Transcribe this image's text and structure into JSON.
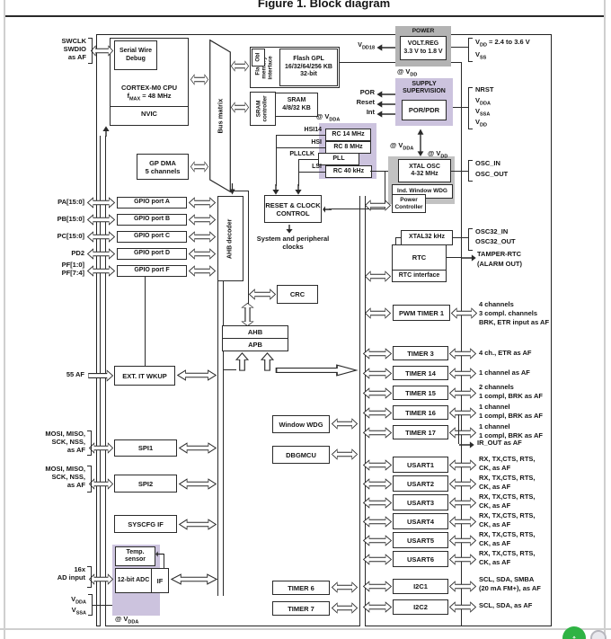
{
  "title": "Figure 1. Block diagram",
  "colors": {
    "lavender": "#ccc3de",
    "panel_gray": "#b3b3b3",
    "accent_green": "#2fb344"
  },
  "v": {
    "v": "V",
    "f": "f",
    "fmax": "MAX",
    "f48": " = 48 MHz",
    "dd": "DD",
    "ss": "SS",
    "dda": "DDA",
    "ssa": "SSA",
    "dd18": "DD18",
    "atv": "@ V",
    "vddrange": " = 2.4 to 3.6 V"
  },
  "cpu": {
    "swd1": "Serial Wire",
    "swd2": "Debug",
    "name": "CORTEX-M0 CPU",
    "nvic": "NVIC"
  },
  "busmx": {
    "matrix": "Bus matrix",
    "obl": "Obl",
    "fif1": "Flash",
    "fif2": "memory",
    "fif3": "interface",
    "flash1": "Flash GPL",
    "flash2": "16/32/64/256 KB",
    "flash3": "32-bit",
    "sramc1": "SRAM",
    "sramc2": "controller",
    "sram1": "SRAM",
    "sram2": "4/8/32 KB",
    "dma1": "GP DMA",
    "dma2": "5 channels",
    "dec": "AHB decoder",
    "ahb": "AHB",
    "apb": "APB",
    "crc": "CRC"
  },
  "gpio": {
    "a": "GPIO port A",
    "b": "GPIO port B",
    "c": "GPIO port C",
    "d": "GPIO port D",
    "f": "GPIO port F"
  },
  "lp": {
    "swclk": "SWCLK",
    "swdio": "SWDIO",
    "asaf": "as AF",
    "pa": "PA[15:0]",
    "pb": "PB[15:0]",
    "pc": "PC[15:0]",
    "pd": "PD2",
    "pf1": "PF[1:0]",
    "pf2": "PF[7:4]",
    "af55": "55 AF",
    "spil1": "MOSI, MISO,",
    "spil2": "SCK, NSS,",
    "adc1": "16x",
    "adc2": "AD input"
  },
  "clk": {
    "hsi14": "HSI14",
    "hsi": "HSI",
    "pllclk": "PLLCLK",
    "lsi": "LSI",
    "rc14": "RC 14 MHz",
    "rc8": "RC 8 MHz",
    "pll": "PLL",
    "rc40": "RC 40 kHz",
    "rcc1": "RESET & CLOCK",
    "rcc2": "CONTROL",
    "sys1": "System and peripheral",
    "sys2": "clocks",
    "xtal1": "XTAL OSC",
    "xtal2": "4-32 MHz",
    "iwdg": "Ind. Window WDG",
    "pwr1": "Power",
    "pwr2": "Controller",
    "x32": "XTAL32 kHz"
  },
  "pwr": {
    "power": "POWER",
    "vreg1": "VOLT.REG",
    "vreg2": "3.3 V to 1.8 V",
    "sup1": "SUPPLY",
    "sup2": "SUPERVISION",
    "porpdr": "POR/PDR",
    "por": "POR",
    "reset": "Reset",
    "int": "Int",
    "nrst": "NRST"
  },
  "rp": {
    "oscin": "OSC_IN",
    "oscout": "OSC_OUT",
    "osc32in": "OSC32_IN",
    "osc32out": "OSC32_OUT",
    "tamper1": "TAMPER-RTC",
    "tamper2": "(ALARM OUT)",
    "ir": "IR_OUT as AF"
  },
  "blk": {
    "exti": "EXT. IT WKUP",
    "spi1": "SPI1",
    "spi2": "SPI2",
    "syscfg": "SYSCFG IF",
    "temp1": "Temp.",
    "temp2": "sensor",
    "adc": "12-bit ADC",
    "adcif": "IF",
    "wwdg": "Window WDG",
    "dbg": "DBGMCU",
    "t6": "TIMER 6",
    "t7": "TIMER 7",
    "rtc": "RTC",
    "rtcif": "RTC interface",
    "pwm": "PWM TIMER 1",
    "t3": "TIMER 3",
    "t14": "TIMER 14",
    "t15": "TIMER 15",
    "t16": "TIMER 16",
    "t17": "TIMER 17",
    "u1": "USART1",
    "u2": "USART2",
    "u3": "USART3",
    "u4": "USART4",
    "u5": "USART5",
    "u6": "USART6",
    "i2c1": "I2C1",
    "i2c2": "I2C2"
  },
  "io": {
    "pwm1": "4 channels",
    "pwm2": "3 compl. channels",
    "pwm3": "BRK, ETR input as AF",
    "t3": "4 ch., ETR as AF",
    "t14": "1 channel as AF",
    "t15a": "2 channels",
    "t15b": "1 compl, BRK as AF",
    "t16a": "1 channel",
    "t16b": "1 compl, BRK as AF",
    "t17a": "1 channel",
    "t17b": "1 compl, BRK as AF",
    "usa": "RX, TX,CTS, RTS,",
    "usb": "CK, as AF",
    "i2c1a": "SCL, SDA, SMBA",
    "i2c1b": "(20 mA FM+), as AF",
    "i2c2a": "SCL, SDA, as AF"
  },
  "misc": {
    "up_icon": "↑"
  }
}
